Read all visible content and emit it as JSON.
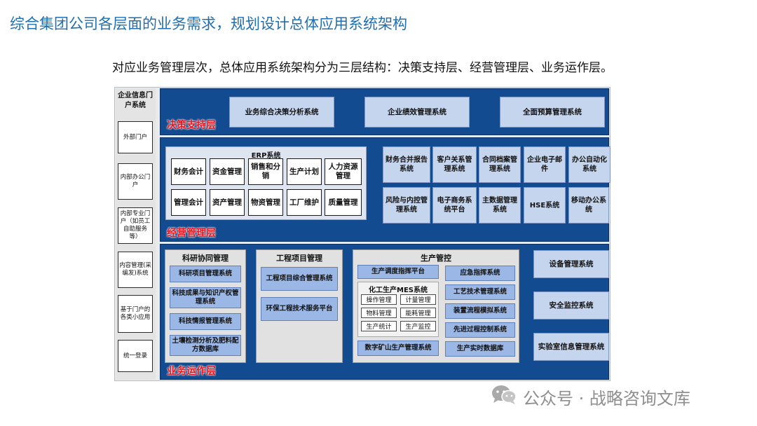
{
  "title": "综合集团公司各层面的业务需求，规划设计总体应用系统架构",
  "subtitle": "对应业务管理层次，总体应用系统架构分为三层结构：决策支持层、经营管理层、业务运作层。",
  "portal": {
    "header": "企业信息门户系统",
    "items": [
      "外部门户",
      "内部办公门户",
      "内部专业门户（如员工自助服务等）",
      "内容管理(采编发)系统",
      "基于门户的各类小应用",
      "统一登录"
    ]
  },
  "decision": {
    "label": "决策支持层",
    "systems": [
      "业务综合决策分析系统",
      "企业绩效管理系统",
      "全面预算管理系统"
    ]
  },
  "operation": {
    "label": "经营管理层",
    "erp": {
      "title": "ERP系统",
      "row1": [
        "财务会计",
        "资金管理",
        "销售和分销",
        "生产计划",
        "人力资源管理"
      ],
      "row2": [
        "管理会计",
        "资产管理",
        "物资管理",
        "工厂维护",
        "质量管理"
      ]
    },
    "row1": [
      "财务合并报告系统",
      "客户关系管理系统",
      "合同档案管理系统",
      "企业电子邮件",
      "办公自动化系统"
    ],
    "row2": [
      "风险与内控管理系统",
      "电子商务系统平台",
      "主数据管理系统",
      "HSE系统",
      "移动办公系统"
    ]
  },
  "business": {
    "label": "业务运作层",
    "research": {
      "title": "科研协同管理",
      "items": [
        "科研项目管理系统",
        "科技成果与知识产权管理系统",
        "科技情报管理系统",
        "土壤检测分析及肥料配方数据库"
      ]
    },
    "engineering": {
      "title": "工程项目管理",
      "items": [
        "工程项目综合管理系统",
        "环保工程技术服务平台"
      ]
    },
    "production": {
      "title": "生产管控",
      "dispatch": "生产调度指挥平台",
      "mes_title": "化工生产MES系统",
      "mes_cells": [
        "操作管理",
        "计量管理",
        "物料管理",
        "能耗管理",
        "生产统计",
        "生产监控"
      ],
      "mine": "数字矿山生产管理系统",
      "right": [
        "应急指挥系统",
        "工艺技术管理系统",
        "装置流程模拟系统",
        "先进过程控制系统",
        "生产实时数据库"
      ]
    },
    "right": [
      "设备管理系统",
      "安全监控系统",
      "实验室信息管理系统"
    ]
  },
  "watermark": "公众号 · 战略咨询文库",
  "colors": {
    "layer": "#134b90",
    "label": "#e8151e",
    "title": "#1f6fb2"
  }
}
